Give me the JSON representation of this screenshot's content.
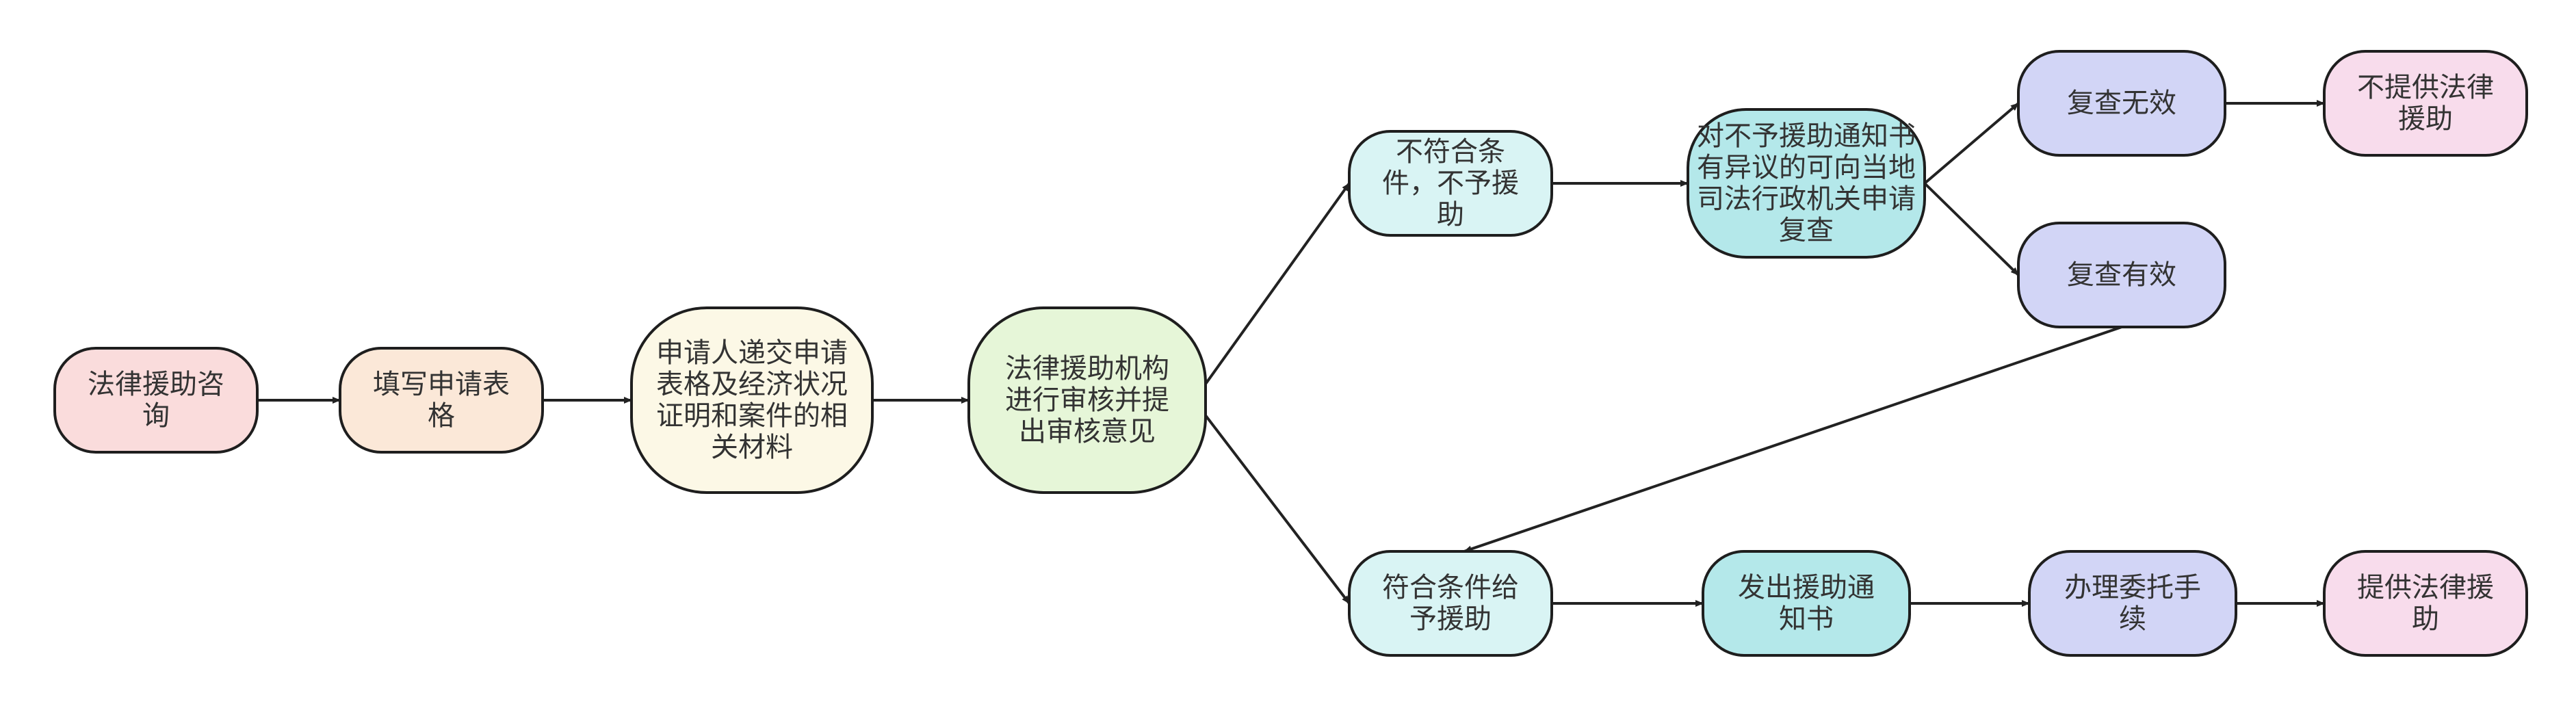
{
  "colors": {
    "pink": "#fadcdc",
    "peach": "#fbe8d8",
    "cream": "#fcf8e6",
    "green": "#e6f6d8",
    "cyan_light": "#d9f4f4",
    "cyan": "#b4e8ea",
    "lavender": "#d2d5f6",
    "magenta_light": "#f8dcec",
    "stroke": "#1e1e1e",
    "edge": "#222222",
    "text": "#333333"
  },
  "nodes": [
    {
      "id": "n1",
      "lines": [
        "法律援助咨",
        "询"
      ],
      "color": "pink"
    },
    {
      "id": "n2",
      "lines": [
        "填写申请表",
        "格"
      ],
      "color": "peach"
    },
    {
      "id": "n3",
      "lines": [
        "申请人递交申请",
        "表格及经济状况",
        "证明和案件的相",
        "关材料"
      ],
      "color": "cream"
    },
    {
      "id": "n4",
      "lines": [
        "法律援助机构",
        "进行审核并提",
        "出审核意见"
      ],
      "color": "green"
    },
    {
      "id": "n5",
      "lines": [
        "不符合条",
        "件，不予援",
        "助"
      ],
      "color": "cyan_light"
    },
    {
      "id": "n6",
      "lines": [
        "对不予援助通知书",
        "有异议的可向当地",
        "司法行政机关申请",
        "复查"
      ],
      "color": "cyan"
    },
    {
      "id": "n7",
      "lines": [
        "复查无效"
      ],
      "color": "lavender"
    },
    {
      "id": "n8",
      "lines": [
        "不提供法律",
        "援助"
      ],
      "color": "magenta_light"
    },
    {
      "id": "n9",
      "lines": [
        "复查有效"
      ],
      "color": "lavender"
    },
    {
      "id": "n10",
      "lines": [
        "符合条件给",
        "予援助"
      ],
      "color": "cyan_light"
    },
    {
      "id": "n11",
      "lines": [
        "发出援助通",
        "知书"
      ],
      "color": "cyan"
    },
    {
      "id": "n12",
      "lines": [
        "办理委托手",
        "续"
      ],
      "color": "lavender"
    },
    {
      "id": "n13",
      "lines": [
        "提供法律援",
        "助"
      ],
      "color": "magenta_light"
    }
  ],
  "edges": [
    [
      "n1",
      "n2"
    ],
    [
      "n2",
      "n3"
    ],
    [
      "n3",
      "n4"
    ],
    [
      "n4",
      "n5"
    ],
    [
      "n4",
      "n10"
    ],
    [
      "n5",
      "n6"
    ],
    [
      "n6",
      "n7"
    ],
    [
      "n6",
      "n9"
    ],
    [
      "n7",
      "n8"
    ],
    [
      "n9",
      "n10"
    ],
    [
      "n10",
      "n11"
    ],
    [
      "n11",
      "n12"
    ],
    [
      "n12",
      "n13"
    ]
  ]
}
